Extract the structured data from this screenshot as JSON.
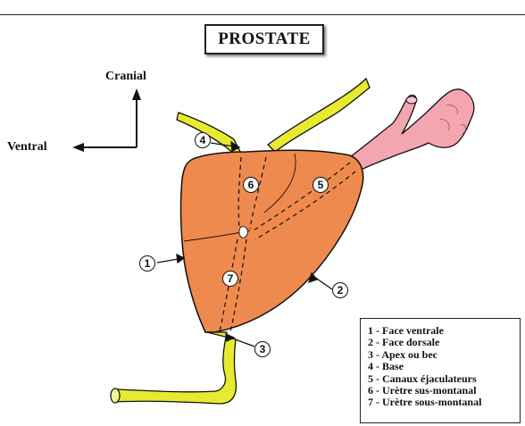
{
  "title": "PROSTATE",
  "orientation": {
    "cranial": "Cranial",
    "ventral": "Ventral"
  },
  "callouts": [
    "1",
    "2",
    "3",
    "4",
    "5",
    "6",
    "7"
  ],
  "legend": [
    "1 - Face ventrale",
    "2 - Face dorsale",
    "3 - Apex ou bec",
    "4 - Base",
    "5 - Canaux éjaculateurs",
    "6 - Urètre sus-montanal",
    "7 - Urètre sous-montanal"
  ],
  "colors": {
    "prostate": "#EE8A4E",
    "urethra": "#E8EA30",
    "seminal_vesicle": "#F3A6B0",
    "outline": "#111111"
  }
}
